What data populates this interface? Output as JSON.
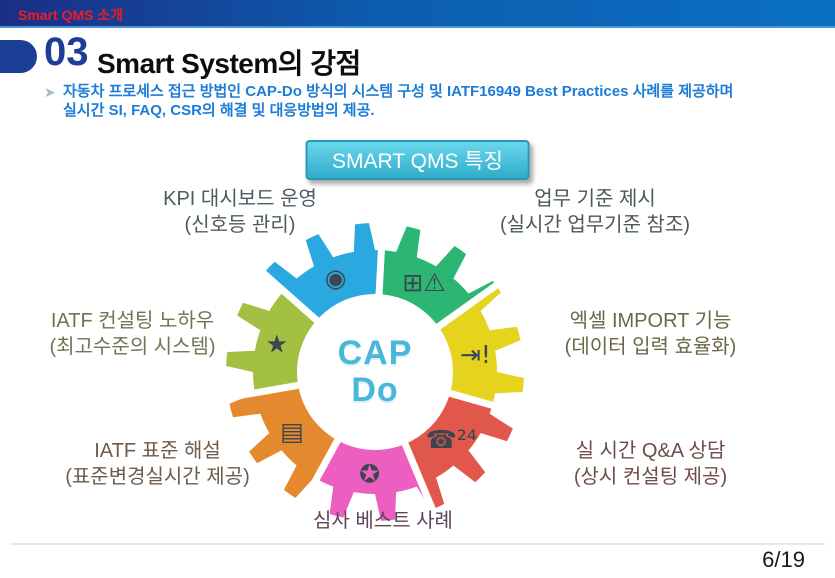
{
  "top_bar": {
    "title": "Smart QMS 소개",
    "title_color": "#ee1c25",
    "bar_gradient": [
      "#1a2e85",
      "#0a70c4"
    ]
  },
  "header": {
    "section_number": "03",
    "title": "Smart System의 강점",
    "accent_color": "#1c3e94"
  },
  "intro": {
    "line1": "자동차 프로세스 접근 방법인 CAP-Do 방식의 시스템 구성 및 IATF16949 Best Practices 사례를 제공하며",
    "line2": "실시간 SI, FAQ, CSR의 해결 및 대응방법의 제공.",
    "text_color": "#1c7cd8"
  },
  "badge": {
    "label": "SMART QMS 특징",
    "bg_top": "#6ad7ec",
    "bg_bottom": "#2fadca",
    "border_color": "#2a96b2"
  },
  "diagram": {
    "center": {
      "line1": "CAP",
      "line2": "Do",
      "text_color": "#49b8d8"
    },
    "icon_color": "#3d464e",
    "segments": [
      {
        "id": "business-standards",
        "color": "#2bb673",
        "icon": "table-warning-icon",
        "glyph": "⊞⚠"
      },
      {
        "id": "excel-import",
        "color": "#e6d31e",
        "icon": "import-arrow-icon",
        "glyph": "⇥!"
      },
      {
        "id": "qa-24h",
        "color": "#e2574c",
        "icon": "phone-24-icon",
        "glyph": "☎²⁴"
      },
      {
        "id": "audit-best-practice",
        "color": "#ec5fc0",
        "icon": "audit-search-star-icon",
        "glyph": "✪"
      },
      {
        "id": "iatf-standard-guide",
        "color": "#e5892e",
        "icon": "standards-book-icon",
        "glyph": "▤"
      },
      {
        "id": "consulting-knowhow",
        "color": "#a4c043",
        "icon": "car-star-icon",
        "glyph": "★"
      },
      {
        "id": "kpi-dashboard",
        "color": "#2aa9e0",
        "icon": "mouse-eye-icon",
        "glyph": "◉"
      }
    ],
    "features": [
      {
        "title": "KPI 대시보드 운영",
        "subtitle": "(신호등 관리)",
        "color": "#4d5c62"
      },
      {
        "title": "업무 기준 제시",
        "subtitle": "(실시간 업무기준 참조)",
        "color": "#4c5b52"
      },
      {
        "title": "IATF 컨설팅 노하우",
        "subtitle": "(최고수준의 시스템)",
        "color": "#6d7752"
      },
      {
        "title": "엑셀 IMPORT 기능",
        "subtitle": "(데이터 입력 효율화)",
        "color": "#6b6847"
      },
      {
        "title": "IATF 표준 해설",
        "subtitle": "(표준변경실시간 제공)",
        "color": "#6f5b49"
      },
      {
        "title": "실 시간 Q&A 상담",
        "subtitle": "(상시 컨설팅 제공)",
        "color": "#6f4c49"
      },
      {
        "title": "심사 베스트 사례",
        "subtitle": "",
        "color": "#5e4558"
      }
    ]
  },
  "footer": {
    "page_number": "6/19"
  }
}
